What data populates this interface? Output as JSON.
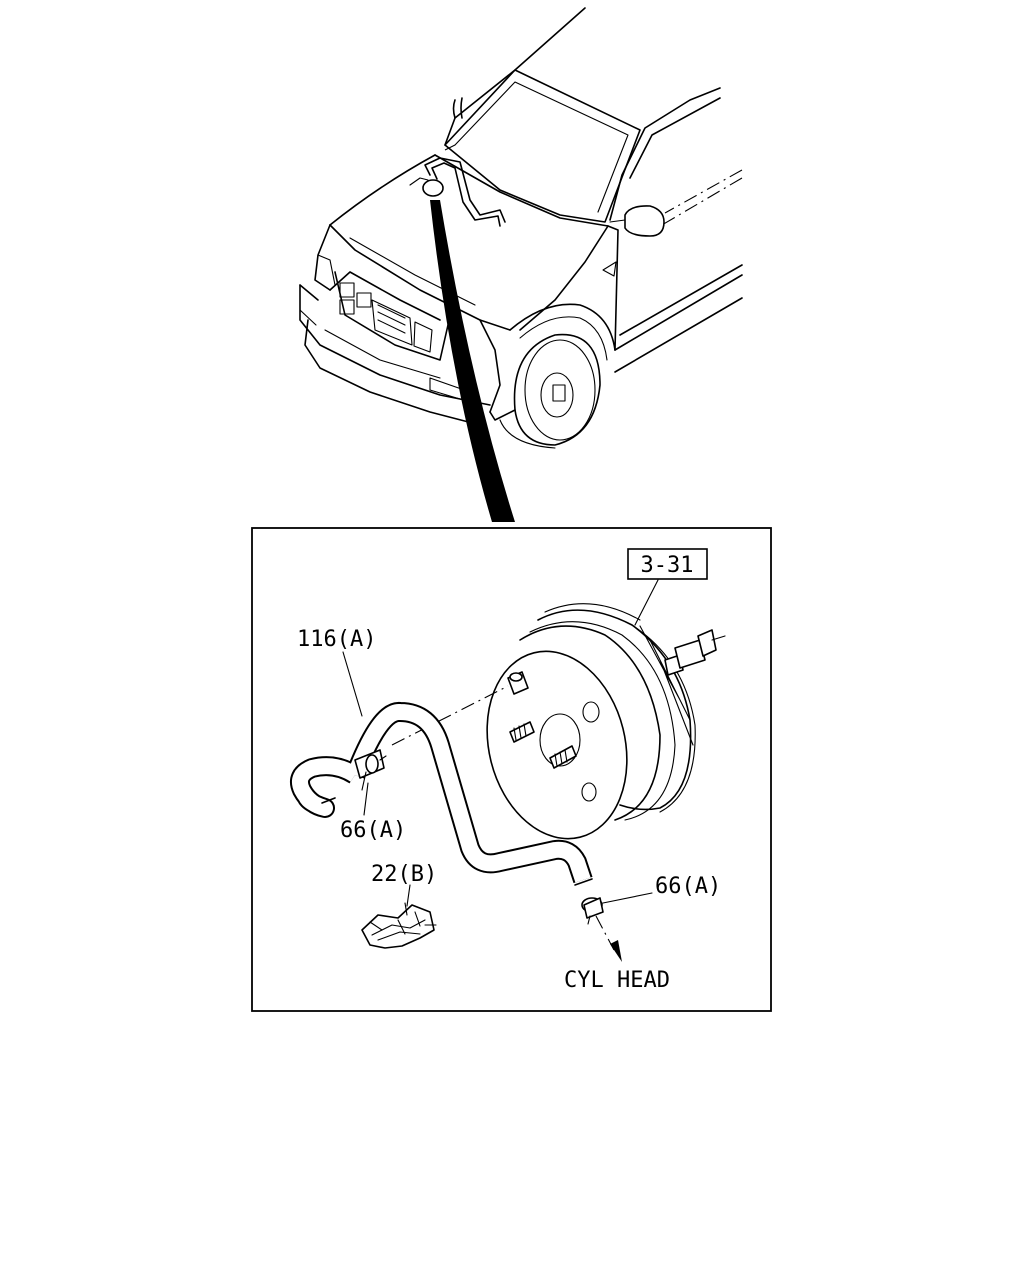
{
  "labels": {
    "ref_box": "3-31",
    "hose": "116(A)",
    "clip_upper": "66(A)",
    "bracket": "22(B)",
    "clip_lower": "66(A)",
    "destination": "CYL HEAD"
  }
}
